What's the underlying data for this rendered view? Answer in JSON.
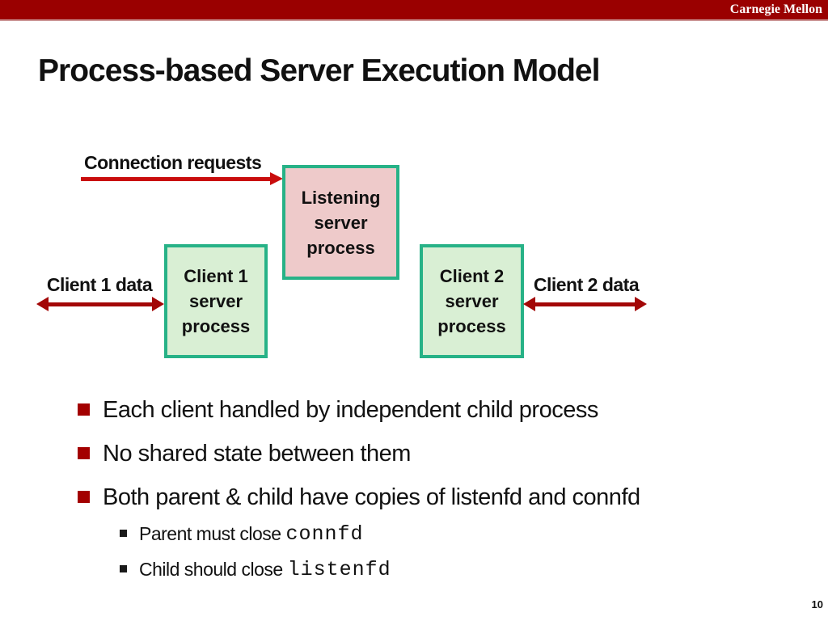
{
  "banner": {
    "brand": "Carnegie Mellon"
  },
  "title": "Process-based Server Execution Model",
  "page_number": "10",
  "colors": {
    "banner_red": "#9a0000",
    "banner_underline": "#cb9595",
    "bullet_red": "#a30000",
    "connection_arrow_red": "#c90d0d",
    "data_arrow_red": "#a30707",
    "box_border_teal": "#27b287",
    "listening_box_fill": "#eecaca",
    "client_box_fill": "#d9efd4"
  },
  "diagram": {
    "connection_label": "Connection requests",
    "listening_box": {
      "lines": [
        "Listening",
        "server",
        "process"
      ]
    },
    "client1_box": {
      "lines": [
        "Client 1",
        "server",
        "process"
      ]
    },
    "client2_box": {
      "lines": [
        "Client 2",
        "server",
        "process"
      ]
    },
    "client1_data_label": "Client 1 data",
    "client2_data_label": "Client 2 data"
  },
  "bullets": [
    "Each client handled by independent child process",
    "No shared state between them",
    "Both parent & child have copies of listenfd and connfd"
  ],
  "sub_bullets": [
    {
      "prefix": "Parent must close ",
      "code": "connfd"
    },
    {
      "prefix": "Child should close ",
      "code": "listenfd"
    }
  ]
}
